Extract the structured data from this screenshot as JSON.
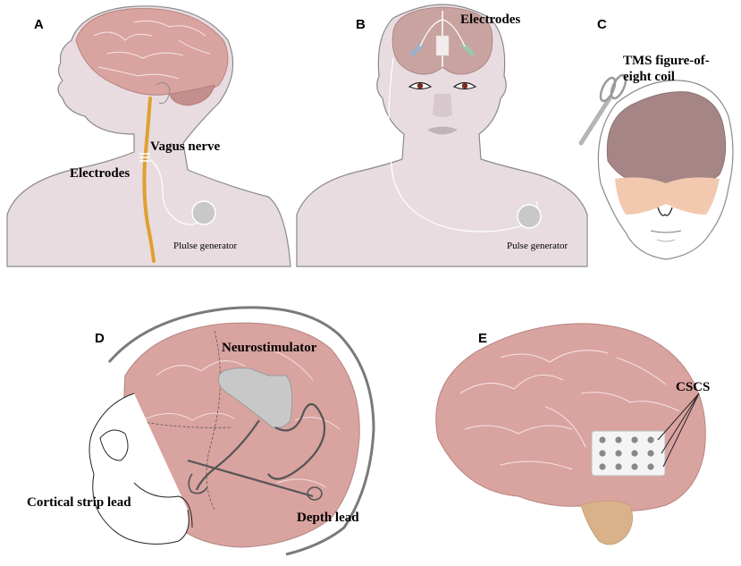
{
  "panels": {
    "a": {
      "letter": "A",
      "vagus_label": "Vagus nerve",
      "electrodes_label": "Electrodes",
      "generator_label": "Plulse generator"
    },
    "b": {
      "letter": "B",
      "electrodes_label": "Electrodes",
      "generator_label": "Pulse generator"
    },
    "c": {
      "letter": "C",
      "coil_line1": "TMS figure-of-",
      "coil_line2": "eight coil"
    },
    "d": {
      "letter": "D",
      "neurostimulator_label": "Neurostimulator",
      "strip_label": "Cortical strip lead",
      "depth_label": "Depth lead"
    },
    "e": {
      "letter": "E",
      "cscs_label": "CSCS"
    }
  },
  "colors": {
    "brain": "#d9a3a0",
    "brain_dark": "#c48e8c",
    "skin": "#e8dce0",
    "outline": "#7a7a7a",
    "nerve": "#e0a030",
    "device": "#c8c8c8",
    "lead": "#555555",
    "face_skin": "#f2c9ae"
  }
}
